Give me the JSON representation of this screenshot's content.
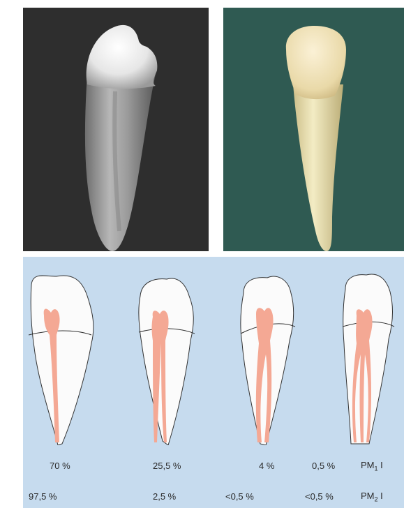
{
  "colors": {
    "xray_background": "#2e2e2e",
    "specimen_background": "#2f5a52",
    "diagram_background": "#c6dbee",
    "pulp": "#f4a894",
    "tooth_fill": "#fbfbfb"
  },
  "photos": [
    {
      "name": "radiograph"
    },
    {
      "name": "extracted-tooth-photo"
    }
  ],
  "diagram": {
    "row1": [
      "70 %",
      "25,5 %",
      "4 %",
      "0,5 %"
    ],
    "row2": [
      "97,5 %",
      "2,5 %",
      "<0,5 %",
      "<0,5 %"
    ],
    "row1_tooth": {
      "prefix": "PM",
      "sub": "1",
      "suffix": " I"
    },
    "row2_tooth": {
      "prefix": "PM",
      "sub": "2",
      "suffix": " I"
    }
  }
}
